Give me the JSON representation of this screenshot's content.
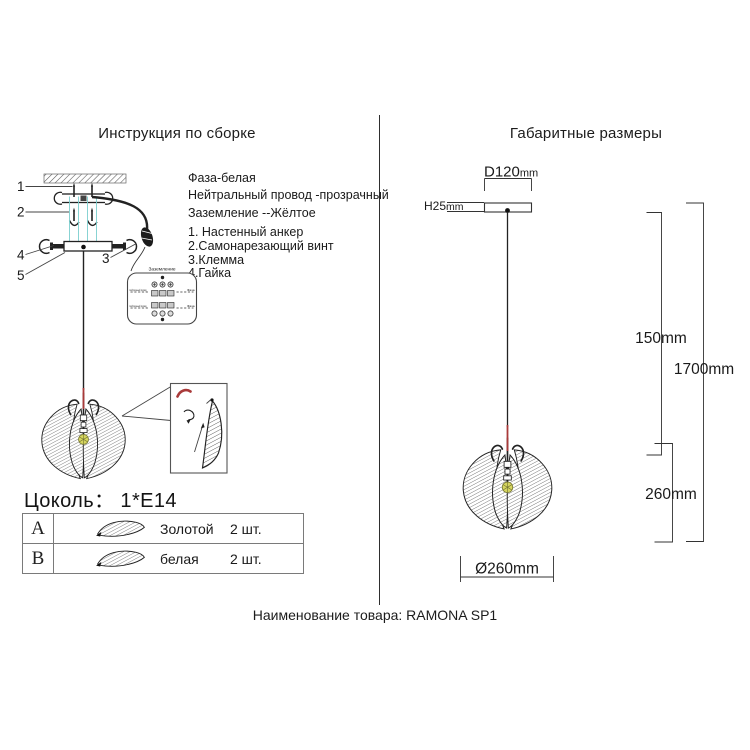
{
  "header": {
    "left_title": "Инструкция по сборке",
    "right_title": "Габаритные размеры"
  },
  "assembly": {
    "callout_1": "1",
    "callout_2": "2",
    "callout_3": "3",
    "callout_4": "4",
    "callout_5": "5",
    "wire_legend": [
      "Фаза-белая",
      "Нейтральный провод -прозрачный",
      "Заземление --Жёлтое"
    ],
    "parts_list": [
      "1. Настенный анкер",
      "2.Самонарезающий винт",
      "3.Клемма",
      "4.Гайка"
    ],
    "ground_box": {
      "title": "Заземление",
      "left_label": "Нейтральный провод",
      "right_label": "Фаза"
    },
    "socket_spec": "Цоколь： 1*E14",
    "finish_table": {
      "rows": [
        {
          "key": "A",
          "finish": "Золотой",
          "qty": "2 шт."
        },
        {
          "key": "B",
          "finish": "белая",
          "qty": "2 шт."
        }
      ]
    }
  },
  "dimensions": {
    "canopy_diameter": "D120",
    "canopy_diameter_unit": "mm",
    "canopy_height": "H25",
    "canopy_height_unit": "mm",
    "cord_length": "150mm",
    "total_height": "1700mm",
    "shade_height": "260mm",
    "shade_diameter": "Ø260mm"
  },
  "footer": {
    "product_name": "Наименование товара: RAMONA SP1"
  },
  "colors": {
    "guide_cyan": "#7ccfcf",
    "wire_red": "#a93a3a",
    "bulb_yellow": "#d6d65e"
  }
}
